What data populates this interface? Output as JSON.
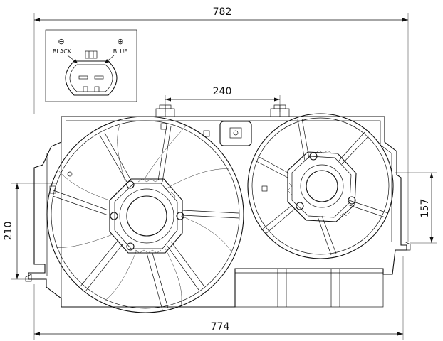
{
  "dimensions": {
    "overall_width": "782",
    "frame_width": "774",
    "fan_spacing": "240",
    "left_height": "210",
    "right_height": "157"
  },
  "connector": {
    "negative_symbol": "⊖",
    "positive_symbol": "⊕",
    "negative_label": "BLACK",
    "positive_label": "BLUE"
  }
}
